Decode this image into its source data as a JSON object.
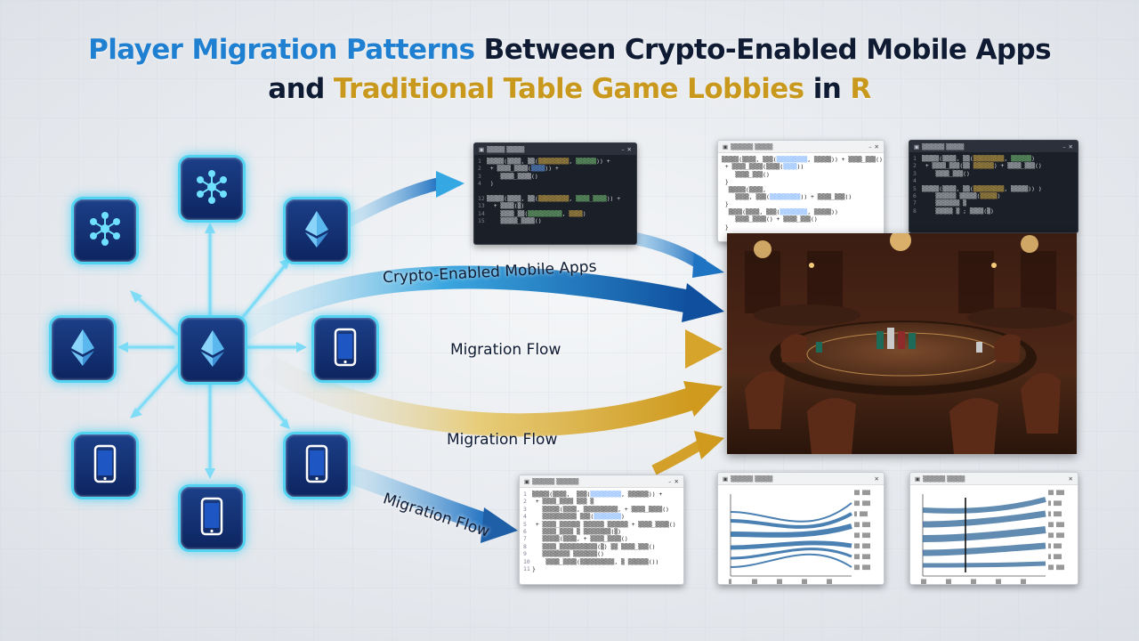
{
  "title": {
    "line1": [
      {
        "text": "Player Migration Patterns",
        "color": "#1f7fd0"
      },
      {
        "text": " Between Crypto-Enabled Mobile Apps",
        "color": "#0f1b33"
      }
    ],
    "line2": [
      {
        "text": "and ",
        "color": "#0f1b33"
      },
      {
        "text": "Traditional Table Game Lobbies",
        "color": "#c9991e"
      },
      {
        "text": " in ",
        "color": "#0f1b33"
      },
      {
        "text": "R",
        "color": "#c9991e"
      }
    ]
  },
  "flow_labels": {
    "crypto": "Crypto-Enabled Mobile Apps",
    "migration_1": "Migration Flow",
    "migration_2": "Migration Flow",
    "migration_3": "Migration Flow"
  },
  "icons": {
    "center": "ethereum-icon",
    "network": "network-icon",
    "phone": "smartphone-icon"
  },
  "colors": {
    "glow": "#52d3f2",
    "tile": "#163575",
    "crypto_flow": "#1d79c9",
    "gold_flow": "#d8a62c"
  }
}
